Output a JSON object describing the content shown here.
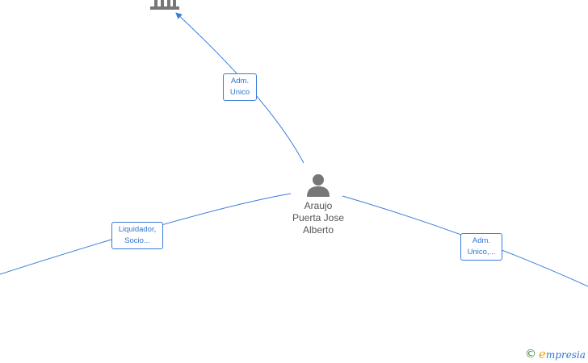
{
  "center_person": {
    "name_lines": [
      "Araujo",
      "Puerta Jose",
      "Alberto"
    ],
    "icon": "person-icon"
  },
  "company_node": {
    "icon": "building-icon"
  },
  "relations": [
    {
      "label_lines": [
        "Adm.",
        "Unico"
      ],
      "target": "company-node"
    },
    {
      "label_lines": [
        "Liquidador,",
        "Socio..."
      ],
      "target": "offscreen-left"
    },
    {
      "label_lines": [
        "Adm.",
        "Unico,..."
      ],
      "target": "offscreen-right"
    }
  ],
  "watermark": {
    "symbol": "©",
    "brand_initial": "e",
    "brand_rest": "mpresia"
  },
  "colors": {
    "edge": "#3a7dd8",
    "label_text": "#2f74d0",
    "node_icon": "#777777",
    "name_text": "#555555"
  }
}
